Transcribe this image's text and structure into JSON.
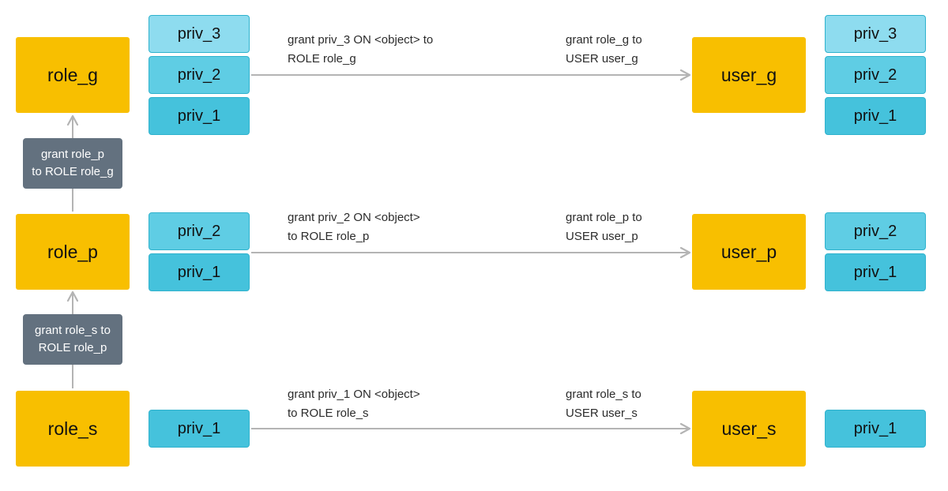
{
  "rows": [
    {
      "role": "role_g",
      "user": "user_g",
      "role_privs": [
        "priv_3",
        "priv_2",
        "priv_1"
      ],
      "user_privs": [
        "priv_3",
        "priv_2",
        "priv_1"
      ],
      "grant_priv": [
        "grant priv_3 ON <object> to",
        "ROLE role_g"
      ],
      "grant_role": [
        "grant role_g to",
        "USER user_g"
      ]
    },
    {
      "role": "role_p",
      "user": "user_p",
      "role_privs": [
        "priv_2",
        "priv_1"
      ],
      "user_privs": [
        "priv_2",
        "priv_1"
      ],
      "grant_priv": [
        "grant priv_2 ON <object>",
        "to ROLE role_p"
      ],
      "grant_role": [
        "grant role_p to",
        "USER user_p"
      ]
    },
    {
      "role": "role_s",
      "user": "user_s",
      "role_privs": [
        "priv_1"
      ],
      "user_privs": [
        "priv_1"
      ],
      "grant_priv": [
        "grant priv_1 ON <object>",
        "to ROLE role_s"
      ],
      "grant_role": [
        "grant role_s to",
        "USER user_s"
      ]
    }
  ],
  "role_grants": [
    [
      "grant role_p",
      "to ROLE role_g"
    ],
    [
      "grant role_s to",
      "ROLE role_p"
    ]
  ],
  "colors": {
    "role": "#f8bf00",
    "priv_3": "#8edcef",
    "priv_2": "#5fcde4",
    "priv_1": "#45c2dc",
    "grant_box": "#63717f",
    "arrow": "#b4b4b4"
  }
}
